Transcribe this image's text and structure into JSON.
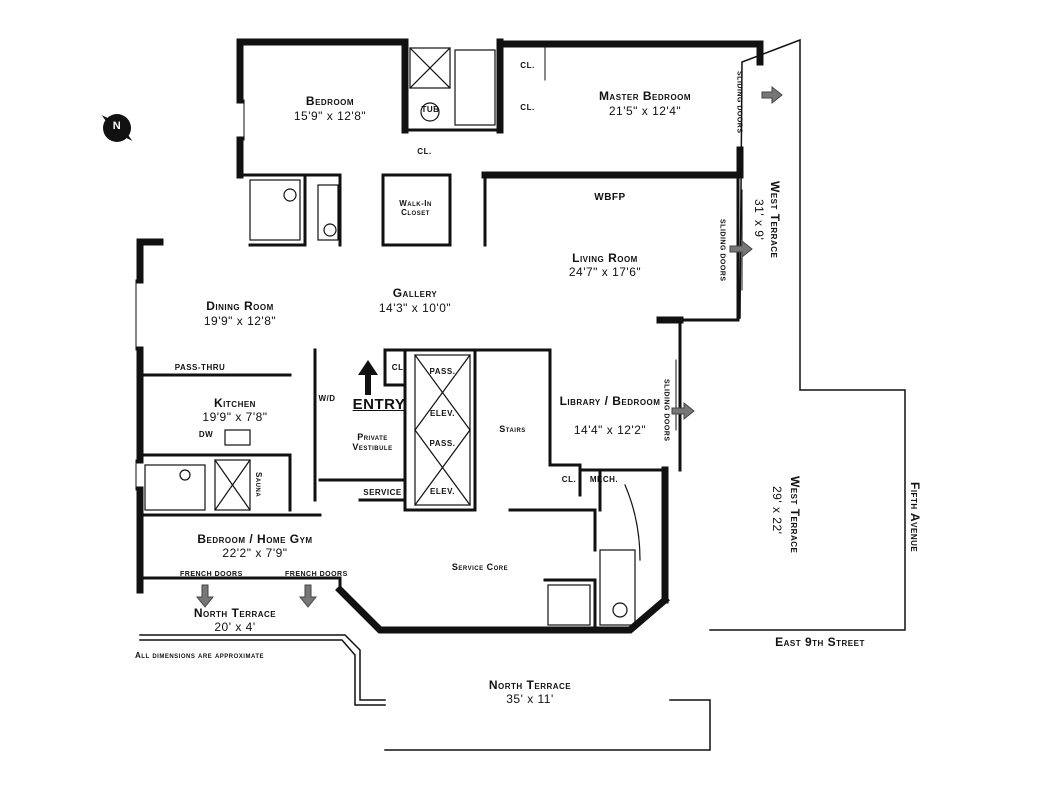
{
  "rooms": {
    "bedroom": {
      "name": "Bedroom",
      "dims": "15'9\" x 12'8\""
    },
    "master_bedroom": {
      "name": "Master Bedroom",
      "dims": "21'5\" x 12'4\""
    },
    "walk_in_closet": {
      "name": "Walk-In Closet"
    },
    "living_room": {
      "name": "Living Room",
      "dims": "24'7\" x 17'6\""
    },
    "dining_room": {
      "name": "Dining Room",
      "dims": "19'9\" x 12'8\""
    },
    "gallery": {
      "name": "Gallery",
      "dims": "14'3\" x 10'0\""
    },
    "kitchen": {
      "name": "Kitchen",
      "dims": "19'9\" x 7'8\""
    },
    "library_bedroom": {
      "name": "Library / Bedroom",
      "dims": "14'4\" x 12'2\""
    },
    "bedroom_home_gym": {
      "name": "Bedroom / Home Gym",
      "dims": "22'2\" x 7'9\""
    },
    "private_vestibule": {
      "name": "Private Vestibule"
    },
    "service_core": {
      "name": "Service Core"
    },
    "stairs": {
      "name": "Stairs"
    },
    "sauna": {
      "name": "Sauna"
    }
  },
  "fixtures": {
    "tub": "TUB",
    "closet": "CL.",
    "wbfp": "WBFP",
    "pass": "PASS.",
    "elev": "ELEV.",
    "service": "SERVICE",
    "mech": "MECH.",
    "pass_thru": "PASS-THRU",
    "dw": "DW",
    "wd": "W/D",
    "slider_doors": "SLIDING DOORS",
    "french_doors": "FRENCH DOORS"
  },
  "entry": "ENTRY",
  "terraces": {
    "west_small": {
      "name": "West Terrace",
      "dims": "31' x 9'"
    },
    "west_large": {
      "name": "West Terrace",
      "dims": "29' x 22'"
    },
    "north_small": {
      "name": "North Terrace",
      "dims": "20' x 4'"
    },
    "north_large": {
      "name": "North Terrace",
      "dims": "35' x 11'"
    }
  },
  "streets": {
    "fifth_avenue": "Fifth Avenue",
    "east_9th": "East 9th Street"
  },
  "compass": "N",
  "note": "All dimensions are approximate"
}
